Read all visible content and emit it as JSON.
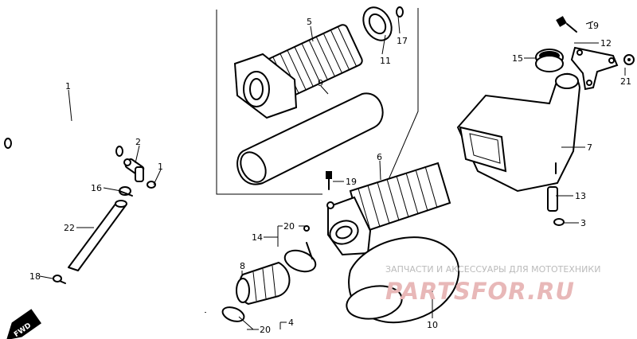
{
  "diagram": {
    "labels": {
      "p1a": "1",
      "p1b": "1",
      "p2": "2",
      "p3": "3",
      "p4": "4",
      "p5": "5",
      "p6": "6",
      "p7": "7",
      "p8": "8",
      "p9": "9",
      "p10": "10",
      "p11": "11",
      "p12": "12",
      "p13": "13",
      "p14": "14",
      "p15": "15",
      "p16": "16",
      "p17": "17",
      "p18": "18",
      "p19a": "19",
      "p19b": "19",
      "p20a": "20",
      "p20b": "20",
      "p21": "21",
      "p22": "22"
    },
    "fwd_label": "FWD"
  },
  "watermark": {
    "top_text": "ЗАПЧАСТИ И АКСЕССУАРЫ ДЛЯ МОТОТЕХНИКИ",
    "brand_text": "PARTSFOR.RU"
  }
}
